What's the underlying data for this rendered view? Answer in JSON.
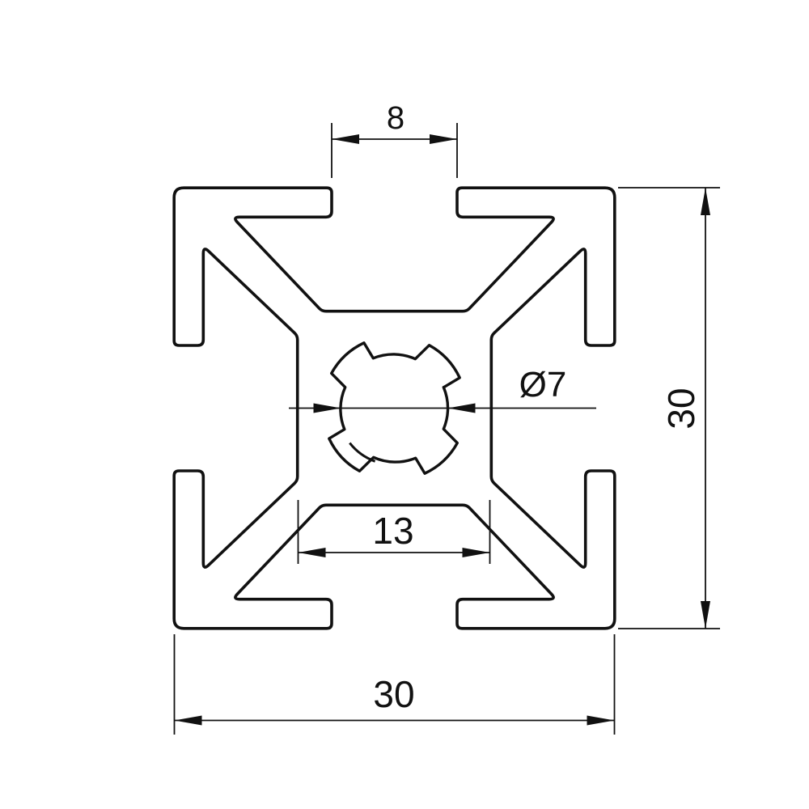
{
  "drawing": {
    "kind": "technical-cross-section",
    "subject": "30x30 T-slot aluminium extrusion profile",
    "colors": {
      "background": "#ffffff",
      "line": "#111111"
    },
    "dimensions": {
      "slot_width": {
        "label": "8",
        "value": 8,
        "orientation": "horizontal",
        "position": "top"
      },
      "height": {
        "label": "30",
        "value": 30,
        "orientation": "vertical",
        "position": "right"
      },
      "width": {
        "label": "30",
        "value": 30,
        "orientation": "horizontal",
        "position": "bottom"
      },
      "core_width": {
        "label": "13",
        "value": 13,
        "orientation": "horizontal",
        "position": "inside-bottom-cavity"
      },
      "center_bore": {
        "label": "Ø7",
        "value": 7,
        "orientation": "leader",
        "position": "center"
      }
    }
  }
}
